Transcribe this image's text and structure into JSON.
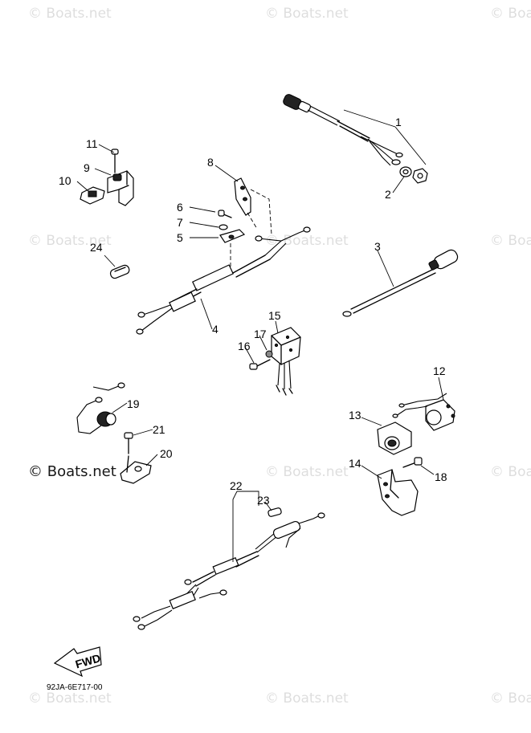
{
  "diagram": {
    "callouts": [
      "1",
      "2",
      "3",
      "4",
      "5",
      "6",
      "7",
      "8",
      "9",
      "10",
      "11",
      "12",
      "13",
      "14",
      "15",
      "16",
      "17",
      "18",
      "19",
      "20",
      "21",
      "22",
      "23",
      "24"
    ],
    "drawing_code": "92JA-6E717-00",
    "direction_label": "FWD",
    "watermark": "© Boats.net"
  }
}
